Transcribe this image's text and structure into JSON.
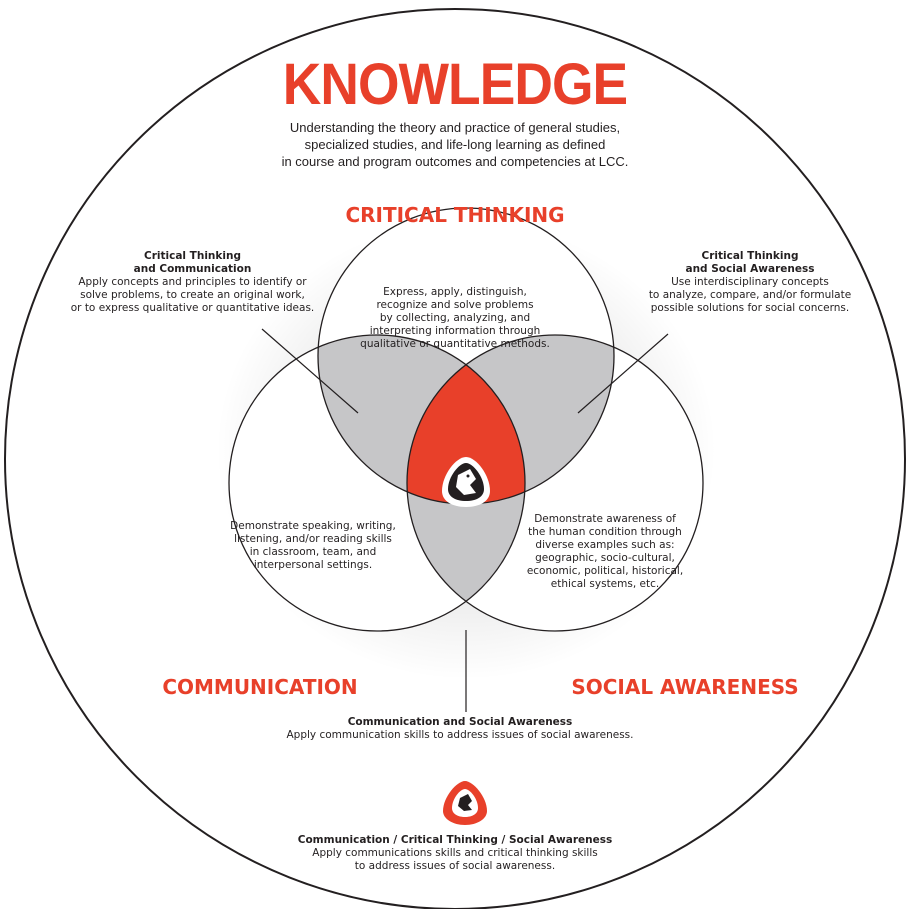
{
  "title": "KNOWLEDGE",
  "description": [
    "Understanding the theory and practice of general studies,",
    "specialized studies, and life-long learning as defined",
    "in course and program outcomes and competencies at LCC."
  ],
  "critical_thinking": {
    "heading": "CRITICAL THINKING",
    "text": [
      "Express, apply, distinguish,",
      "recognize and solve problems",
      "by collecting, analyzing, and",
      "interpreting information through",
      "qualitative or quantitative methods."
    ]
  },
  "communication": {
    "heading": "COMMUNICATION",
    "text": [
      "Demonstrate speaking, writing,",
      "listening, and/or reading skills",
      "in classroom, team, and",
      "interpersonal settings."
    ]
  },
  "social_awareness": {
    "heading": "SOCIAL AWARENESS",
    "text": [
      "Demonstrate awareness of",
      "the human condition through",
      "diverse examples such as:",
      "geographic, socio-cultural,",
      "economic, political, historical,",
      "ethical systems, etc."
    ]
  },
  "ct_and_comm": {
    "title": [
      "Critical Thinking",
      "and Communication"
    ],
    "text": [
      "Apply concepts and principles to identify or",
      "solve problems, to create an original work,",
      "or to express qualitative or quantitative ideas."
    ]
  },
  "ct_and_sa": {
    "title": [
      "Critical Thinking",
      "and Social Awareness"
    ],
    "text": [
      "Use interdisciplinary concepts",
      "to analyze, compare, and/or formulate",
      "possible solutions for social concerns."
    ]
  },
  "comm_and_sa": {
    "title": "Communication and Social Awareness",
    "text": "Apply communication skills to address issues of social awareness."
  },
  "all_three": {
    "title": "Communication / Critical Thinking / Social Awareness",
    "text": [
      "Apply communications skills and critical thinking skills",
      "to address issues of social awareness."
    ]
  },
  "colors": {
    "accent": "#e8402a",
    "overlap": "#c6c6c8",
    "ink": "#231f20"
  },
  "icons": {
    "center": "mascot-shield-icon",
    "legend": "mascot-shield-icon"
  }
}
